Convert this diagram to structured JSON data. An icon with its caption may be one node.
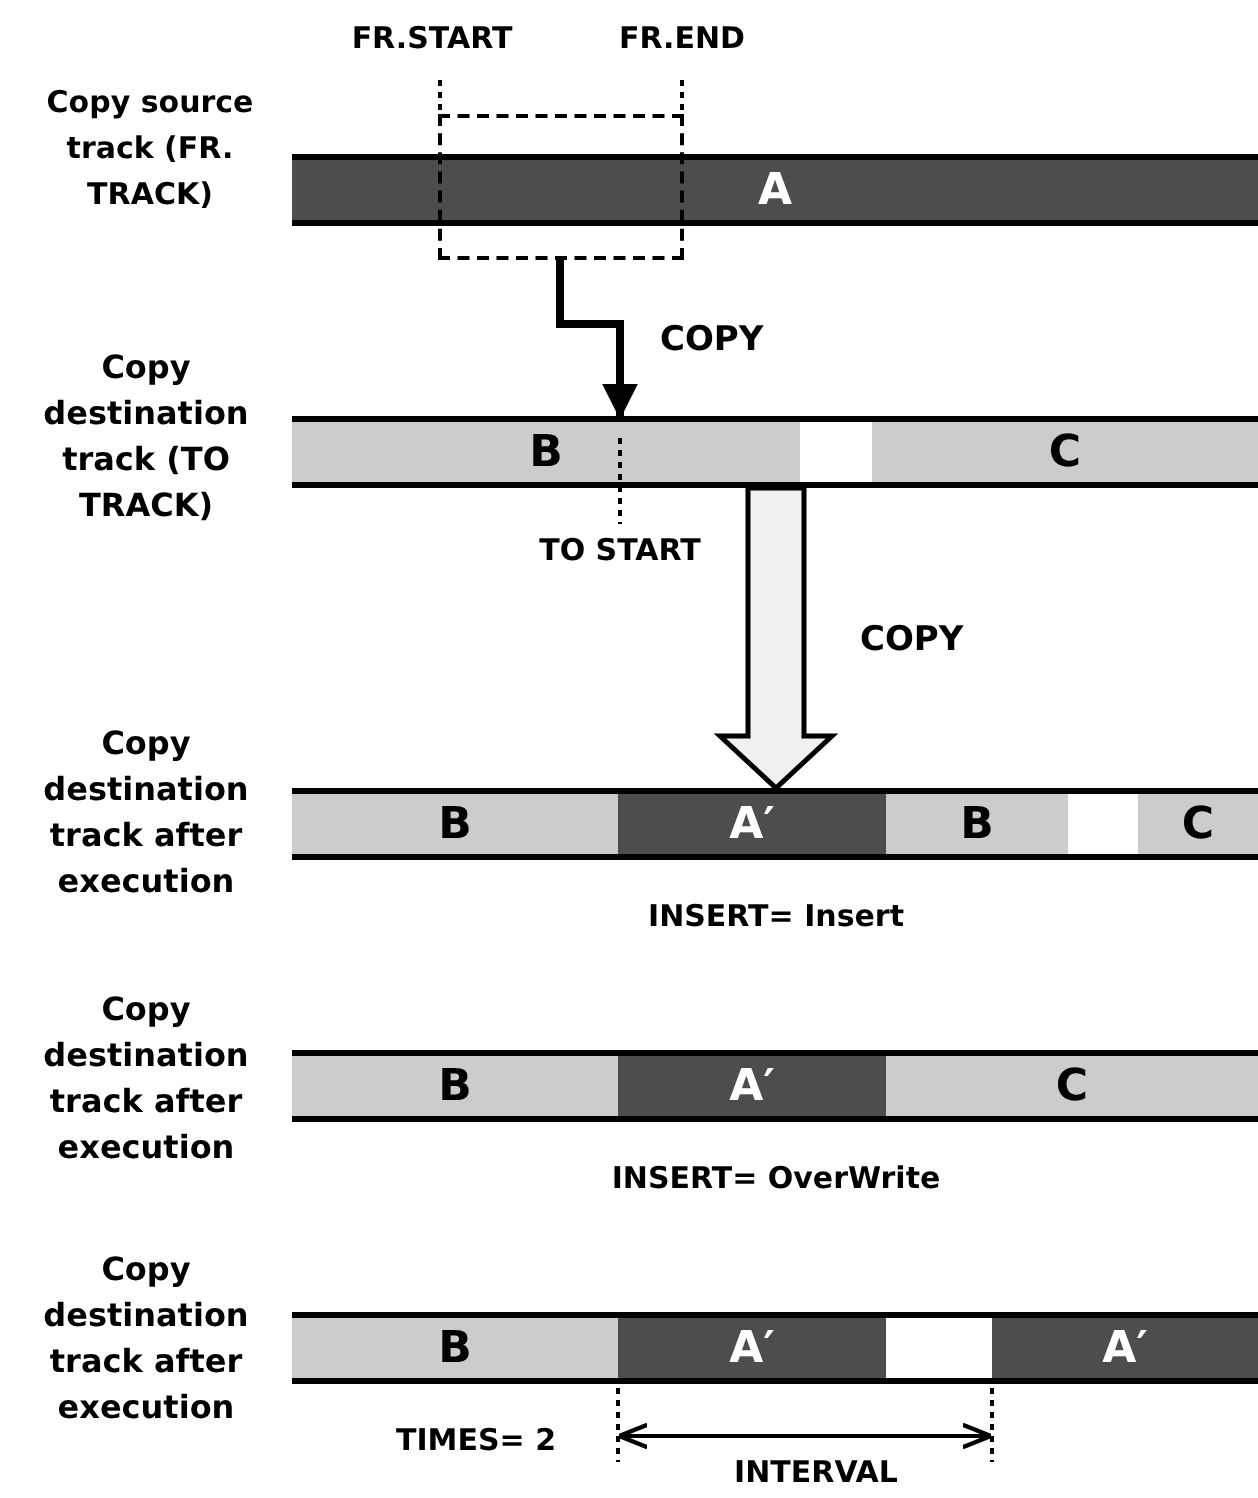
{
  "diagram": {
    "nodes": [
      {
        "text": [],
        "shape": "bar",
        "beside": [
          "Copy source track (FR. TRACK)"
        ]
      },
      {
        "text": [
          "A"
        ],
        "in": 0
      },
      {
        "text": [],
        "shape": "box"
      },
      {
        "text": [],
        "shape": "bar",
        "beside": [
          "Copy destination track (TO TRACK)"
        ]
      },
      {
        "text": [
          "B"
        ],
        "in": 3
      },
      {
        "text": [
          "C"
        ],
        "in": 3
      },
      {
        "text": [],
        "shape": "bar",
        "beside": [
          "Copy destination track after execution"
        ]
      },
      {
        "text": [
          "B"
        ],
        "in": 6
      },
      {
        "text": [
          "A′"
        ],
        "in": 6
      },
      {
        "text": [
          "B"
        ],
        "in": 6
      },
      {
        "text": [
          "C"
        ],
        "in": 6
      },
      {
        "text": [],
        "shape": "bar",
        "beside": [
          "Copy destination track after execution"
        ]
      },
      {
        "text": [
          "B"
        ],
        "in": 11
      },
      {
        "text": [
          "A′"
        ],
        "in": 11
      },
      {
        "text": [
          "C"
        ],
        "in": 11
      },
      {
        "text": [],
        "shape": "bar",
        "beside": [
          "Copy destination track after execution"
        ]
      },
      {
        "text": [
          "B"
        ],
        "in": 15
      },
      {
        "text": [
          "A′"
        ],
        "in": 15
      },
      {
        "text": [
          "A′"
        ],
        "in": 15
      }
    ],
    "edges": [
      {
        "from": 2,
        "to": 3,
        "arrow": "to",
        "label": "COPY"
      },
      {
        "from": 3,
        "to": 6,
        "arrow": "to",
        "label": "COPY",
        "style": "thick"
      }
    ],
    "labels": [
      "FR.START",
      "FR.END",
      "TO START",
      "INSERT= Insert",
      "INSERT= OverWrite",
      "TIMES= 2",
      "INTERVAL"
    ]
  }
}
